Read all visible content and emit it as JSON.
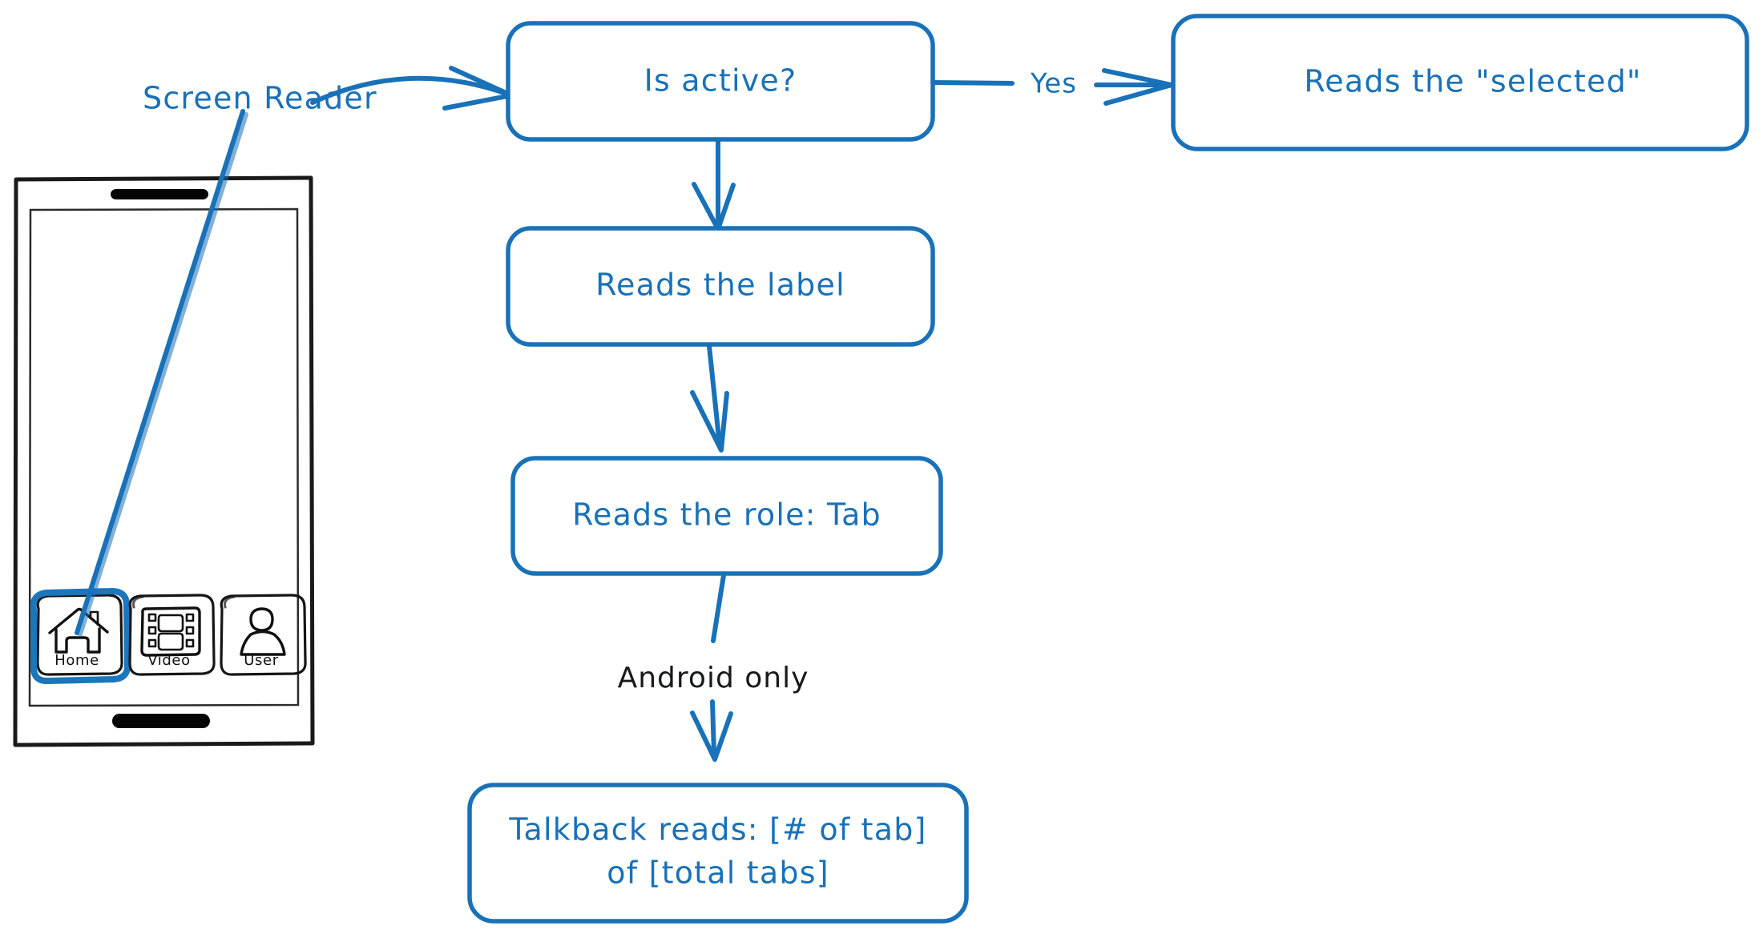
{
  "diagram": {
    "title": "Screen reader tab announcement flow",
    "accent_color": "#1971b8",
    "black_color": "#18191a",
    "background": "#ffffff"
  },
  "annotations": {
    "screen_reader_label": "Screen Reader"
  },
  "nodes": [
    {
      "id": "is-active",
      "label": "Is active?"
    },
    {
      "id": "reads-selected",
      "label": "Reads the \"selected\""
    },
    {
      "id": "reads-label",
      "label": "Reads the label"
    },
    {
      "id": "reads-role",
      "label": "Reads the role: Tab"
    },
    {
      "id": "talkback",
      "label_line1": "Talkback reads: [# of tab]",
      "label_line2": "of [total tabs]"
    }
  ],
  "edges": [
    {
      "id": "screen-reader-to-is-active",
      "label": ""
    },
    {
      "id": "is-active-to-reads-selected",
      "label": "Yes"
    },
    {
      "id": "is-active-to-reads-label",
      "label": ""
    },
    {
      "id": "reads-label-to-reads-role",
      "label": ""
    },
    {
      "id": "reads-role-to-talkback",
      "label": "Android only"
    }
  ],
  "phone_mockup": {
    "name": "phone-wireframe",
    "tabs": [
      {
        "id": "home",
        "label": "Home",
        "icon": "house-icon",
        "selected": true
      },
      {
        "id": "video",
        "label": "Video",
        "icon": "film-strip-icon",
        "selected": false
      },
      {
        "id": "user",
        "label": "User",
        "icon": "person-icon",
        "selected": false
      }
    ]
  }
}
